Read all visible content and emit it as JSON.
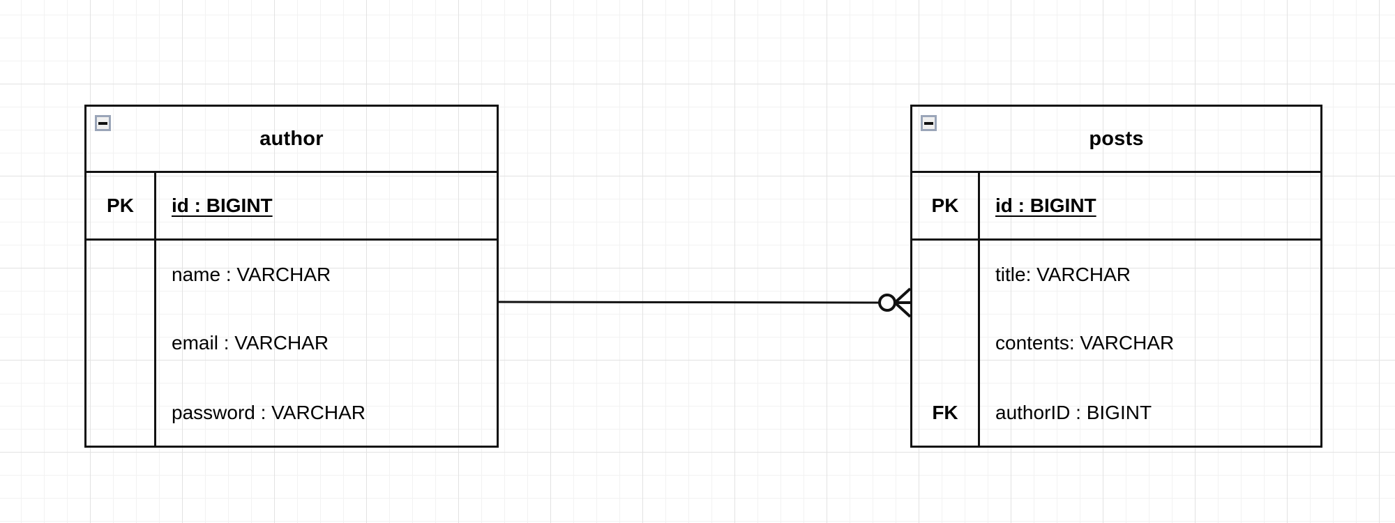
{
  "diagram": {
    "type": "entity-relationship-diagram",
    "background": "graph-paper-grid",
    "entities": [
      {
        "name": "author",
        "collapse_icon": "minus-icon",
        "columns": [
          {
            "key": "PK",
            "field": "id  : BIGINT",
            "is_primary": true
          },
          {
            "key": "",
            "field": "name : VARCHAR",
            "is_primary": false
          },
          {
            "key": "",
            "field": "email : VARCHAR",
            "is_primary": false
          },
          {
            "key": "",
            "field": "password : VARCHAR",
            "is_primary": false
          }
        ]
      },
      {
        "name": "posts",
        "collapse_icon": "minus-icon",
        "columns": [
          {
            "key": "PK",
            "field": "id  : BIGINT",
            "is_primary": true
          },
          {
            "key": "",
            "field": "title: VARCHAR",
            "is_primary": false
          },
          {
            "key": "",
            "field": "contents: VARCHAR",
            "is_primary": false
          },
          {
            "key": "FK",
            "field": "authorID : BIGINT",
            "is_primary": false
          }
        ]
      }
    ],
    "relationship": {
      "from": "author",
      "to": "posts",
      "notation": "crows-foot",
      "source_cardinality": "",
      "target_cardinality": "zero-or-many"
    },
    "colors": {
      "border": "#111111",
      "text": "#000000",
      "grid_minor": "#f2f2f2",
      "grid_major": "#e2e2e2",
      "icon_border": "#9aa5b8",
      "icon_fill": "#f0f0f0"
    }
  }
}
